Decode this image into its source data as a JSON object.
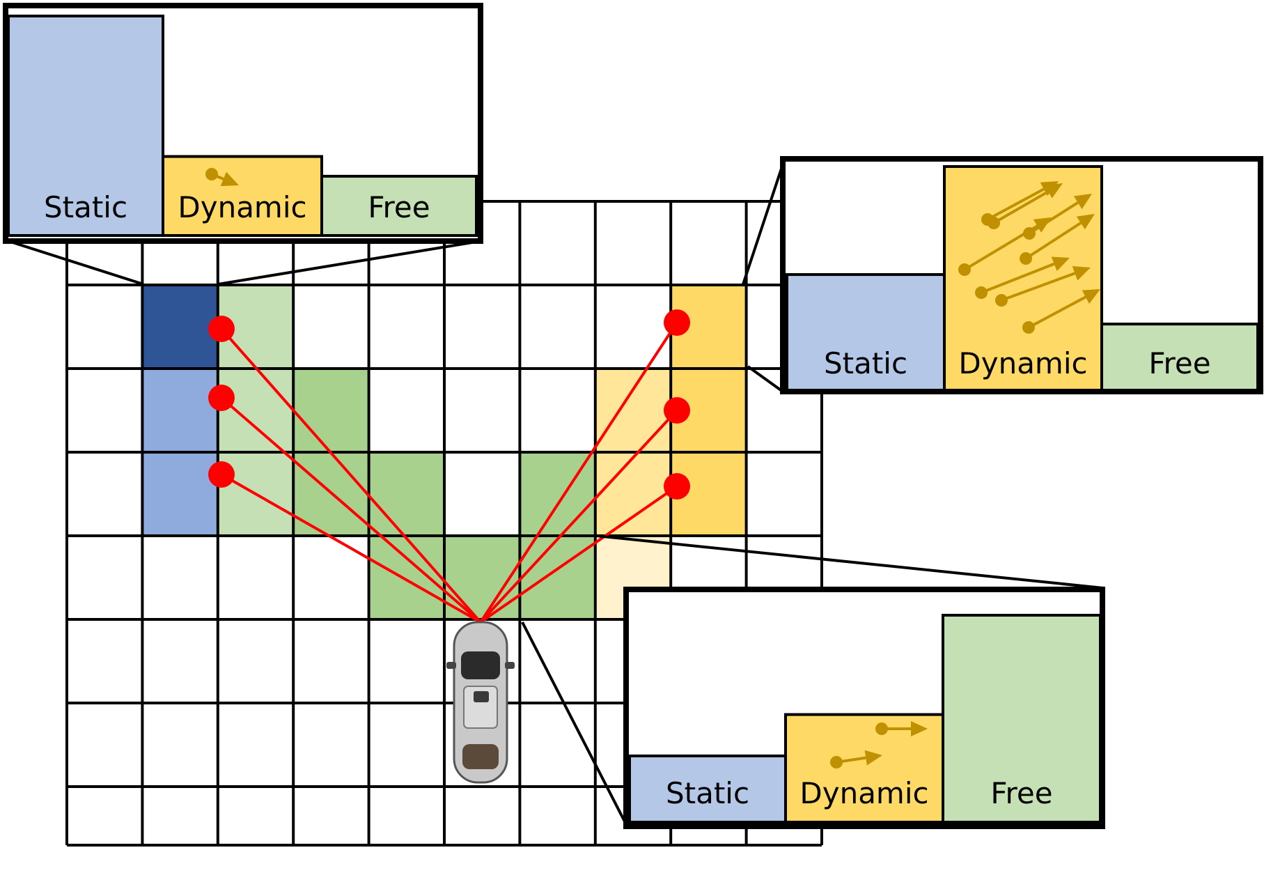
{
  "colors": {
    "grid_line": "#000000",
    "static_light": "#b4c7e7",
    "static_mid": "#8faadc",
    "static_dark": "#2f5597",
    "free_light": "#c5e0b4",
    "free_mid": "#a9d18e",
    "dynamic_strong": "#ffd966",
    "dynamic_mid": "#ffe699",
    "dynamic_pale": "#fff2cc",
    "ray": "#ff0000",
    "arrow": "#bf9000",
    "car_body": "#c9c9c9"
  },
  "car": {
    "label": "car-icon"
  },
  "histograms": [
    {
      "id": "top-left",
      "bars": [
        {
          "label": "Static",
          "value": 1.0,
          "color_key": "static_light"
        },
        {
          "label": "Dynamic",
          "value": 0.36,
          "color_key": "dynamic_strong"
        },
        {
          "label": "Free",
          "value": 0.27,
          "color_key": "free_light"
        }
      ],
      "arrow_count": 1
    },
    {
      "id": "right",
      "bars": [
        {
          "label": "Static",
          "value": 0.52,
          "color_key": "static_light"
        },
        {
          "label": "Dynamic",
          "value": 1.0,
          "color_key": "dynamic_strong"
        },
        {
          "label": "Free",
          "value": 0.3,
          "color_key": "free_light"
        }
      ],
      "arrow_count": 8
    },
    {
      "id": "bottom-right",
      "bars": [
        {
          "label": "Static",
          "value": 0.32,
          "color_key": "static_light"
        },
        {
          "label": "Dynamic",
          "value": 0.52,
          "color_key": "dynamic_strong"
        },
        {
          "label": "Free",
          "value": 1.0,
          "color_key": "free_light"
        }
      ],
      "arrow_count": 2
    }
  ]
}
